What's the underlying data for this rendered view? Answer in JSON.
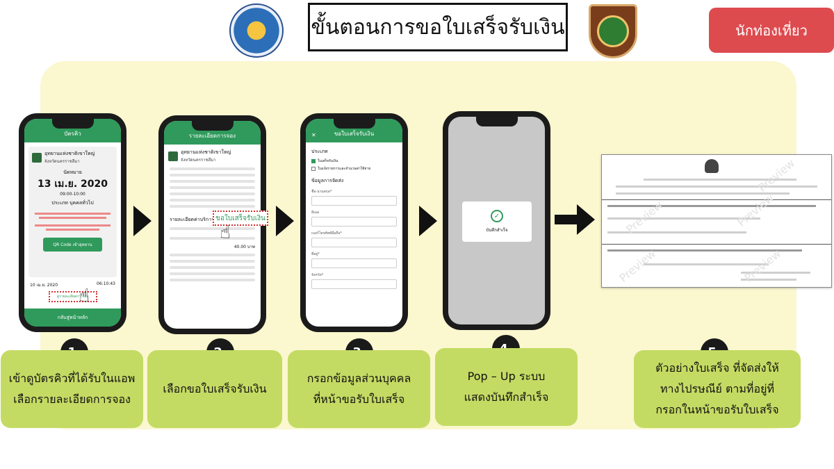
{
  "header": {
    "title": "ขั้นตอนการขอใบเสร็จรับเงิน",
    "tourist_button": "นักท่องเที่ยว"
  },
  "phone1": {
    "header": "บัตรคิว",
    "park_name": "อุทยานแห่งชาติเขาใหญ่",
    "province": "จังหวัดนครราชสีมา",
    "appointment_label": "นัดหมาย",
    "date": "13 เม.ย. 2020",
    "time": "09:00-10:00",
    "type": "ประเภท บุคคลทั่วไป",
    "qr_button": "QR Code เข้าอุทยาน",
    "footer_date": "10 เม.ย. 2020",
    "footer_time": "06:10:43",
    "detail_link": "ดูรายละเอียดการจอง",
    "back_button": "กลับสู่หน้าหลัก"
  },
  "phone2": {
    "header": "รายละเอียดการจอง",
    "park_name": "อุทยานแห่งชาติเขาใหญ่",
    "province": "จังหวัดนครราชสีมา",
    "service_detail": "รายละเอียดค่าบริการ",
    "receipt_button": "ขอใบเสร็จรับเงิน",
    "amount": "40.00 บาท"
  },
  "phone3": {
    "header": "ขอใบเสร็จรับเงิน",
    "type_label": "ประเภท",
    "option1": "ใบเสร็จรับเงิน",
    "option2": "ใบแจ้งรายการและจำนวนค่าใช้จ่าย",
    "address_label": "ข้อมูลการจัดส่ง",
    "field1": "ชื่อ-นามสกุล*",
    "field2": "อีเมล",
    "field3": "เบอร์โทรศัพท์มือถือ*",
    "field4": "ที่อยู่*",
    "field5": "จังหวัด*"
  },
  "phone4": {
    "popup_text": "บันทึกสำเร็จ"
  },
  "steps": [
    {
      "num": "1.",
      "line1": "เข้าดูบัตรคิวที่ได้รับในแอพ",
      "line2": "เลือกรายละเอียดการจอง"
    },
    {
      "num": "2.",
      "line1": "เลือกขอใบเสร็จรับเงิน",
      "line2": ""
    },
    {
      "num": "3.",
      "line1": "กรอกข้อมูลส่วนบุคคล",
      "line2": "ที่หน้าขอรับใบเสร็จ"
    },
    {
      "num": "4.",
      "line1": "Pop – Up ระบบ",
      "line2": "แสดงบันทึกสำเร็จ"
    },
    {
      "num": "5.",
      "line1": "ตัวอย่างใบเสร็จ ที่จัดส่งให้",
      "line2": "ทางไปรษณีย์ ตามที่อยู่ที่",
      "line3": "กรอกในหน้าขอรับใบเสร็จ"
    }
  ],
  "receipt": {
    "watermark": "Preview"
  },
  "colors": {
    "accent_green": "#2f9a5c",
    "caption_green": "#c3db63",
    "panel_yellow": "#fbf7cf",
    "tourist_red": "#dd4b4f",
    "highlight_red": "#d32f2f"
  }
}
